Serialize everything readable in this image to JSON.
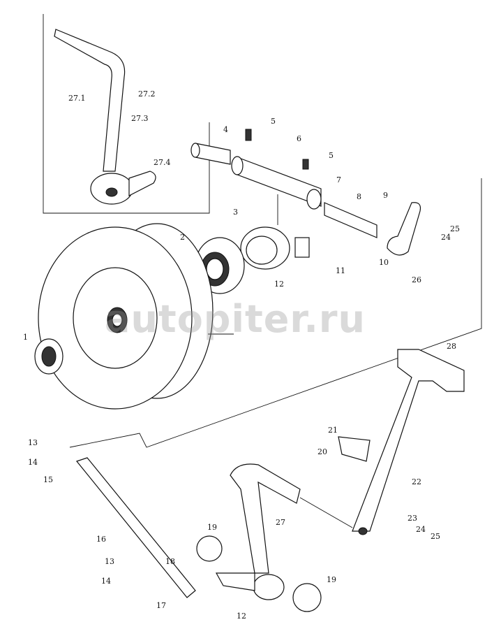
{
  "watermark": "autopiter.ru",
  "callouts": [
    "27.1",
    "27.2",
    "27.3",
    "27.4",
    "4",
    "5",
    "6",
    "5",
    "7",
    "8",
    "9",
    "3",
    "2",
    "25",
    "24",
    "10",
    "11",
    "12",
    "26",
    "1",
    "28",
    "13",
    "14",
    "15",
    "21",
    "20",
    "22",
    "16",
    "27",
    "19",
    "23",
    "24",
    "25",
    "13",
    "18",
    "14",
    "19",
    "17",
    "12"
  ]
}
